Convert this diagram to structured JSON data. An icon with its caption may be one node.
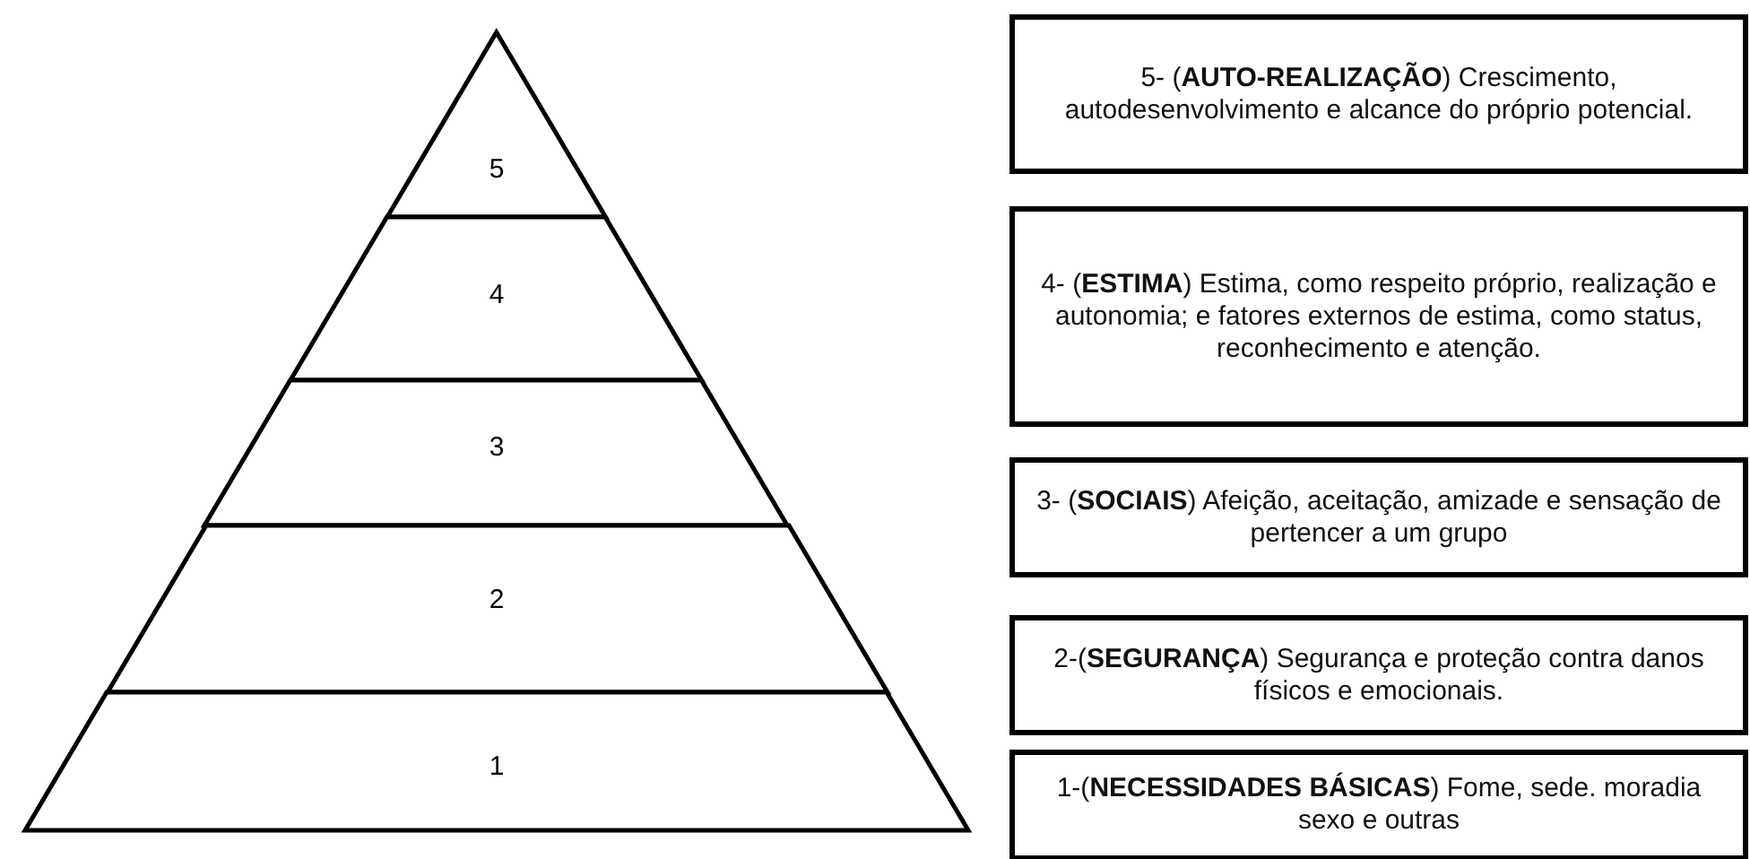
{
  "diagram": {
    "nodes": [
      {
        "text": [
          "5"
        ]
      },
      {
        "text": [
          "4"
        ]
      },
      {
        "text": [
          "3"
        ]
      },
      {
        "text": [
          "2"
        ]
      },
      {
        "text": [
          "1"
        ]
      },
      {
        "text": [
          "5- (**AUTO-REALIZAÇÃO**) Crescimento, autodesenvolvimento e alcance do próprio potencial."
        ]
      },
      {
        "text": [
          "4- (**ESTIMA**) Estima, como respeito próprio, realização e autonomia; e fatores externos de estima, como status, reconhecimento e atenção."
        ]
      },
      {
        "text": [
          "3- (**SOCIAIS**) Afeição, aceitação, amizade e sensação de pertencer a um grupo"
        ]
      },
      {
        "text": [
          "2-(**SEGURANÇA**) Segurança e proteção contra danos físicos e emocionais."
        ]
      },
      {
        "text": [
          "1-(**NECESSIDADES BÁSICAS**) Fome, sede. moradia sexo e outras"
        ]
      }
    ],
    "edges": []
  }
}
